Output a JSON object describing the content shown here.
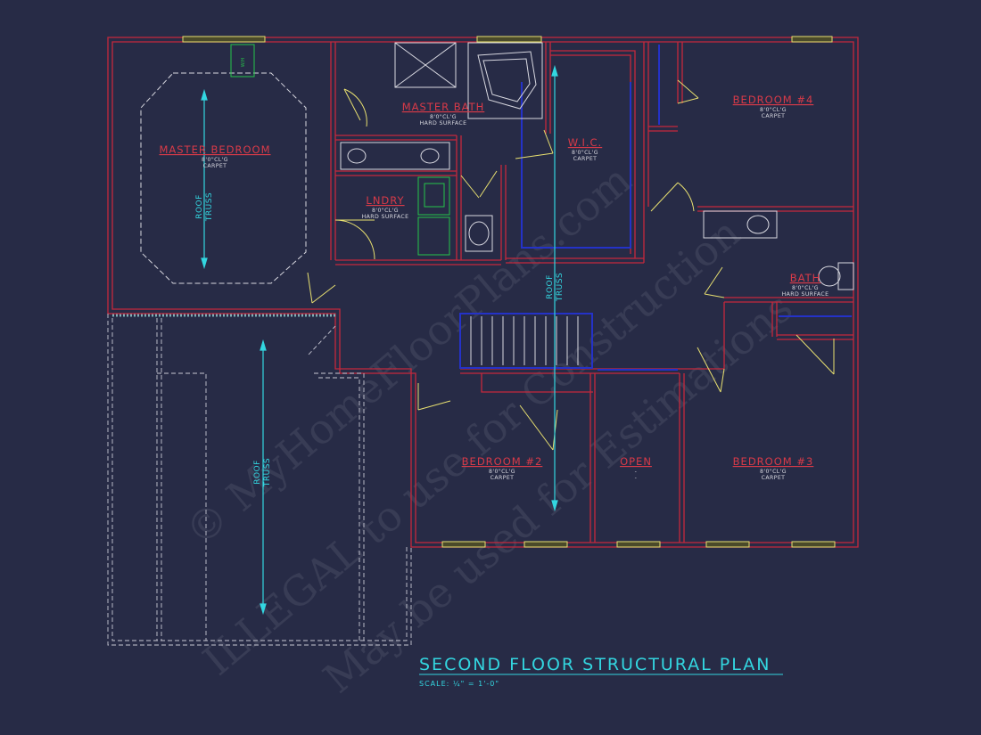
{
  "rooms": {
    "master_bedroom": {
      "name": "MASTER BEDROOM",
      "ceiling": "8'0\"CL'G",
      "floor": "CARPET"
    },
    "master_bath": {
      "name": "MASTER BATH",
      "ceiling": "8'0\"CL'G",
      "floor": "HARD SURFACE"
    },
    "wic": {
      "name": "W.I.C.",
      "ceiling": "8'0\"CL'G",
      "floor": "CARPET"
    },
    "bedroom4": {
      "name": "BEDROOM #4",
      "ceiling": "8'0\"CL'G",
      "floor": "CARPET"
    },
    "lndry": {
      "name": "LNDRY",
      "ceiling": "8'0\"CL'G",
      "floor": "HARD SURFACE"
    },
    "bath": {
      "name": "BATH",
      "ceiling": "8'0\"CL'G",
      "floor": "HARD SURFACE"
    },
    "bedroom2": {
      "name": "BEDROOM #2",
      "ceiling": "8'0\"CL'G",
      "floor": "CARPET"
    },
    "open": {
      "name": "OPEN",
      "ceiling": "-",
      "floor": "-"
    },
    "bedroom3": {
      "name": "BEDROOM #3",
      "ceiling": "8'0\"CL'G",
      "floor": "CARPET"
    }
  },
  "truss_labels": {
    "line1": "ROOF",
    "line2": "TRUSS"
  },
  "fixture_labels": {
    "wh": "W/H"
  },
  "title": "SECOND FLOOR STRUCTURAL PLAN",
  "scale": "SCALE: ¼\" = 1'-0\"",
  "watermark": {
    "line1": "© MyHomeFloorPlans.com",
    "line2": "ILLEGAL to use for Construction",
    "line3": "May be used for Estimations"
  },
  "colors": {
    "background": "#272b46",
    "wall": "#c5283c",
    "door": "#e8e070",
    "stair": "#2432c8",
    "fixture": "#d8d8e0",
    "laundry": "#26c44a",
    "dimension": "#33d6e0",
    "room_label": "#d83a48"
  }
}
